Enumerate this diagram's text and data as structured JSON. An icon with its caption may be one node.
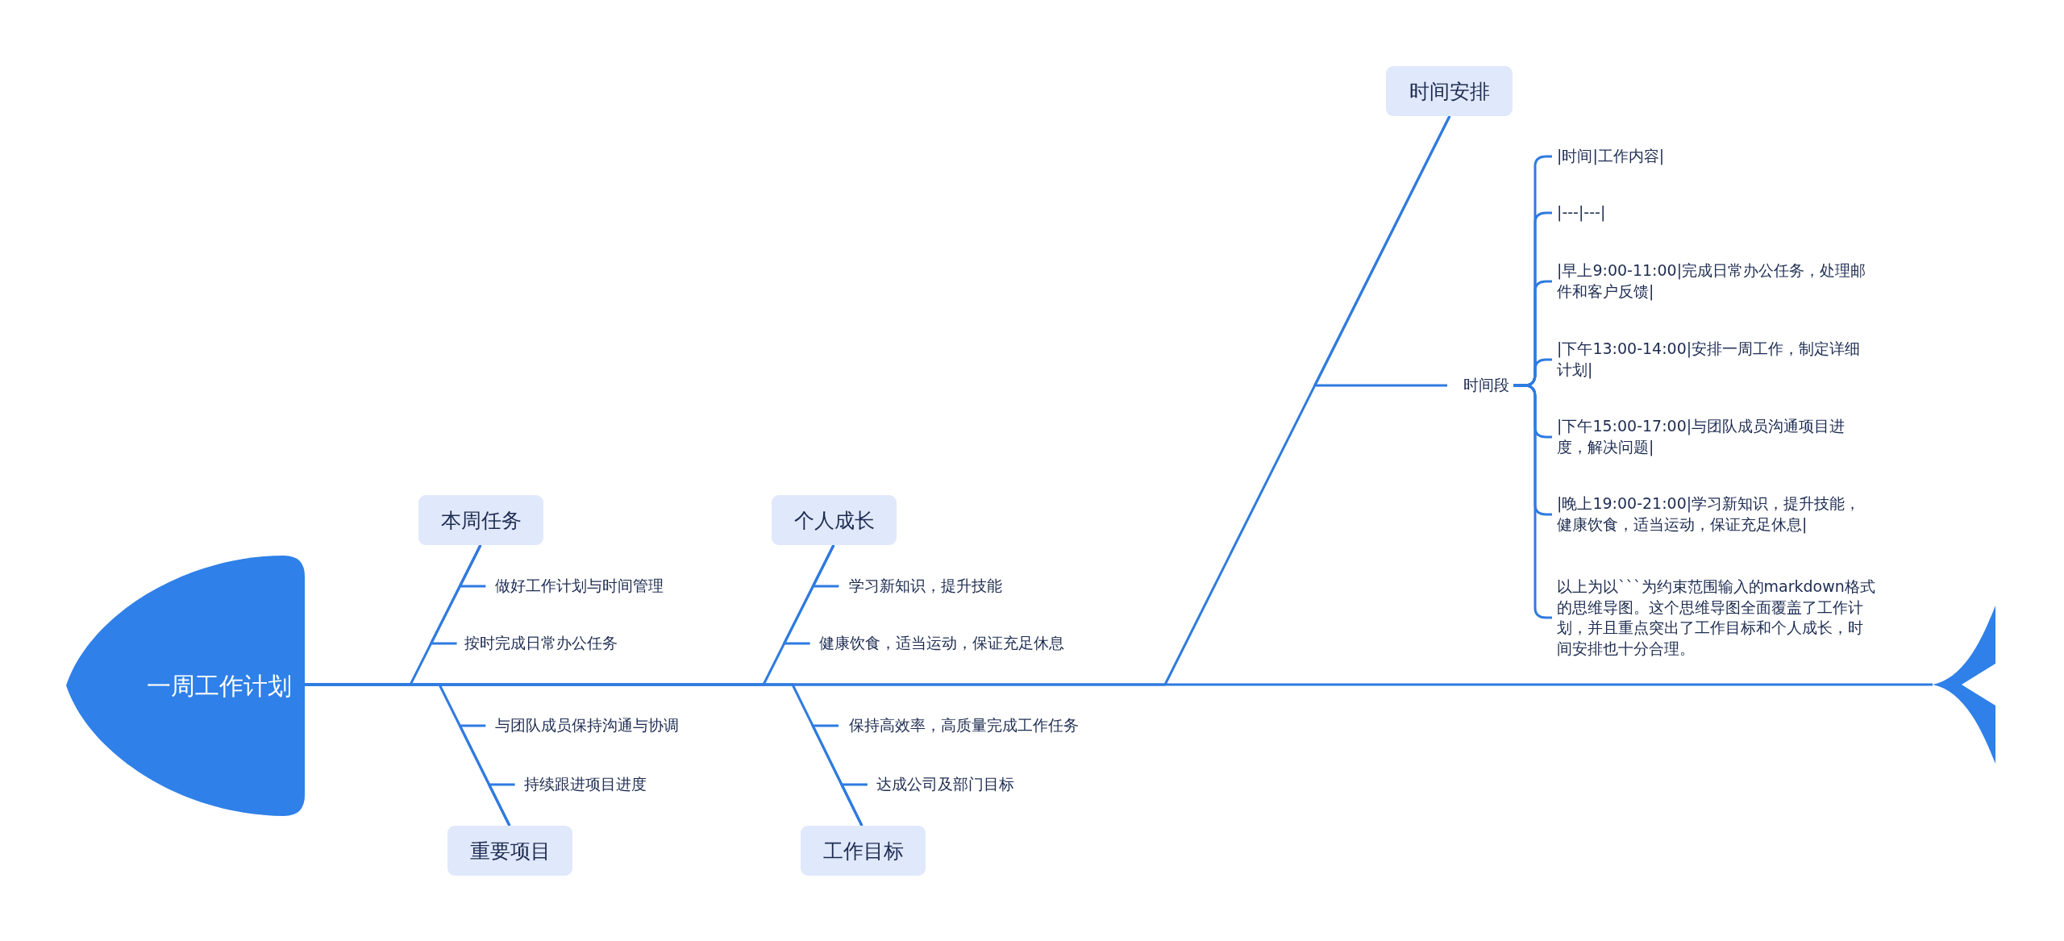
{
  "diagram": {
    "nodes": [
      {
        "text": [
          "一周工作计划"
        ]
      },
      {
        "text": [
          "本周任务"
        ]
      },
      {
        "text": [
          "做好工作计划与时间管理"
        ]
      },
      {
        "text": [
          "按时完成日常办公任务"
        ]
      },
      {
        "text": [
          "重要项目"
        ]
      },
      {
        "text": [
          "与团队成员保持沟通与协调"
        ]
      },
      {
        "text": [
          "持续跟进项目进度"
        ]
      },
      {
        "text": [
          "个人成长"
        ]
      },
      {
        "text": [
          "学习新知识，提升技能"
        ]
      },
      {
        "text": [
          "健康饮食，适当运动，保证充足休息"
        ]
      },
      {
        "text": [
          "工作目标"
        ]
      },
      {
        "text": [
          "保持高效率，高质量完成工作任务"
        ]
      },
      {
        "text": [
          "达成公司及部门目标"
        ]
      },
      {
        "text": [
          "时间安排"
        ]
      },
      {
        "text": [
          "时间段"
        ]
      },
      {
        "text": [
          "|时间|工作内容|"
        ]
      },
      {
        "text": [
          "|---|---|"
        ]
      },
      {
        "text": [
          "|早上9:00-11:00|完成日常办公任务，处理邮件和客户反馈|"
        ]
      },
      {
        "text": [
          "|下午13:00-14:00|安排一周工作，制定详细计划|"
        ]
      },
      {
        "text": [
          "|下午15:00-17:00|与团队成员沟通项目进度，解决问题|"
        ]
      },
      {
        "text": [
          "|晚上19:00-21:00|学习新知识，提升技能，健康饮食，适当运动，保证充足休息|"
        ]
      },
      {
        "text": [
          "以上为以```为约束范围输入的markdown格式的思维导图。这个思维导图全面覆盖了工作计划，并且重点突出了工作目标和个人成长，时间安排也十分合理。"
        ]
      },
      {
        "text": [],
        "shape": "fin"
      }
    ],
    "edges": [
      {
        "from": 0,
        "to": 22,
        "arrow": "none"
      },
      {
        "from": 0,
        "to": 1,
        "arrow": "none"
      },
      {
        "from": 1,
        "to": 2,
        "arrow": "none"
      },
      {
        "from": 1,
        "to": 3,
        "arrow": "none"
      },
      {
        "from": 0,
        "to": 4,
        "arrow": "none"
      },
      {
        "from": 4,
        "to": 5,
        "arrow": "none"
      },
      {
        "from": 4,
        "to": 6,
        "arrow": "none"
      },
      {
        "from": 0,
        "to": 7,
        "arrow": "none"
      },
      {
        "from": 7,
        "to": 8,
        "arrow": "none"
      },
      {
        "from": 7,
        "to": 9,
        "arrow": "none"
      },
      {
        "from": 0,
        "to": 10,
        "arrow": "none"
      },
      {
        "from": 10,
        "to": 11,
        "arrow": "none"
      },
      {
        "from": 10,
        "to": 12,
        "arrow": "none"
      },
      {
        "from": 0,
        "to": 13,
        "arrow": "none"
      },
      {
        "from": 13,
        "to": 14,
        "arrow": "none"
      },
      {
        "from": 14,
        "to": 15,
        "arrow": "none"
      },
      {
        "from": 14,
        "to": 16,
        "arrow": "none"
      },
      {
        "from": 14,
        "to": 17,
        "arrow": "none"
      },
      {
        "from": 14,
        "to": 18,
        "arrow": "none"
      },
      {
        "from": 14,
        "to": 19,
        "arrow": "none"
      },
      {
        "from": 14,
        "to": 20,
        "arrow": "none"
      },
      {
        "from": 14,
        "to": 21,
        "arrow": "none"
      }
    ]
  }
}
